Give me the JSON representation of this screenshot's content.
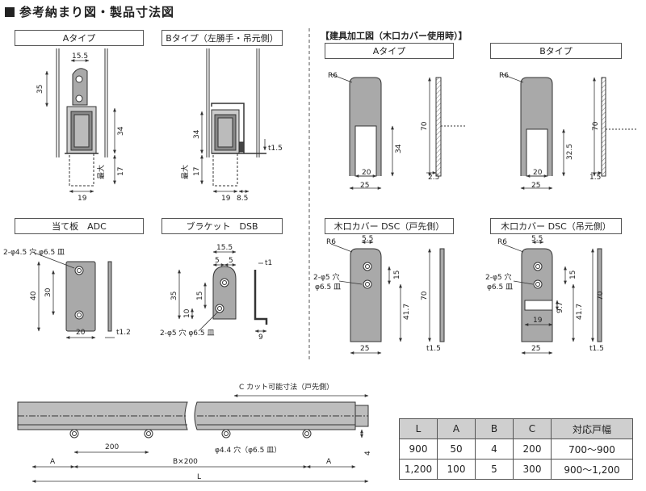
{
  "title": "参考納まり図・製品寸法図",
  "sections": {
    "a_type": "Aタイプ",
    "b_type": "Bタイプ（左勝手・吊元側）",
    "plate": "当て板　ADC",
    "bracket": "ブラケット　DSB",
    "processing": "【建具加工図（木口カバー使用時）】",
    "proc_a": "Aタイプ",
    "proc_b": "Bタイプ",
    "cover_door": "木口カバー DSC（戸先側）",
    "cover_hinge": "木口カバー DSC（吊元側）",
    "cut": "C カット可能寸法（戸先側）"
  },
  "dims": {
    "a_15_5": "15.5",
    "a_35": "35",
    "a_34": "34",
    "a_max": "最大",
    "a_17": "17",
    "a_19": "19",
    "b_34": "34",
    "b_max": "最大",
    "b_17": "17",
    "b_t1_5": "t1.5",
    "b_19": "19",
    "b_8_5": "8.5",
    "p_hole": "2-φ4.5 穴 φ6.5 皿",
    "p_40": "40",
    "p_30": "30",
    "p_20": "20",
    "p_t1_2": "t1.2",
    "br_15_5": "15.5",
    "br_5a": "5",
    "br_5b": "5",
    "br_t1": "t1",
    "br_35": "35",
    "br_10": "10",
    "br_15": "15",
    "br_9": "9",
    "br_hole": "2-φ5 穴 φ6.5 皿",
    "pa_r6": "R6",
    "pa_70": "70",
    "pa_34": "34",
    "pa_20": "20",
    "pa_25": "25",
    "pa_2_5": "2.5",
    "pb_r6": "R6",
    "pb_70": "70",
    "pb_32_5": "32.5",
    "pb_20": "20",
    "pb_25": "25",
    "pb_1_5": "1.5",
    "cd_r6": "R6",
    "cd_5_5": "5.5",
    "cd_hole1": "2-φ5 穴",
    "cd_hole2": "φ6.5 皿",
    "cd_15": "15",
    "cd_70": "70",
    "cd_41_7": "41.7",
    "cd_25": "25",
    "cd_t1_5": "t1.5",
    "ch_r6": "R6",
    "ch_5_5": "5.5",
    "ch_hole1": "2-φ5 穴",
    "ch_hole2": "φ6.5 皿",
    "ch_15": "15",
    "ch_70": "70",
    "ch_41_7": "41.7",
    "ch_9_7": "9.7",
    "ch_19": "19",
    "ch_25": "25",
    "ch_t1_5": "t1.5",
    "rail_200": "200",
    "rail_hole": "φ4.4 穴（φ6.5 皿）",
    "rail_a1": "A",
    "rail_bx": "B×200",
    "rail_a2": "A",
    "rail_l": "L",
    "rail_4": "4"
  },
  "table": {
    "headers": [
      "L",
      "A",
      "B",
      "C",
      "対応戸幅"
    ],
    "rows": [
      [
        "900",
        "50",
        "4",
        "200",
        "700～900"
      ],
      [
        "1,200",
        "100",
        "5",
        "300",
        "900～1,200"
      ]
    ]
  },
  "colors": {
    "part_gray": "#a9a9a9",
    "line": "#333333",
    "header_gray": "#cfcfcf"
  }
}
